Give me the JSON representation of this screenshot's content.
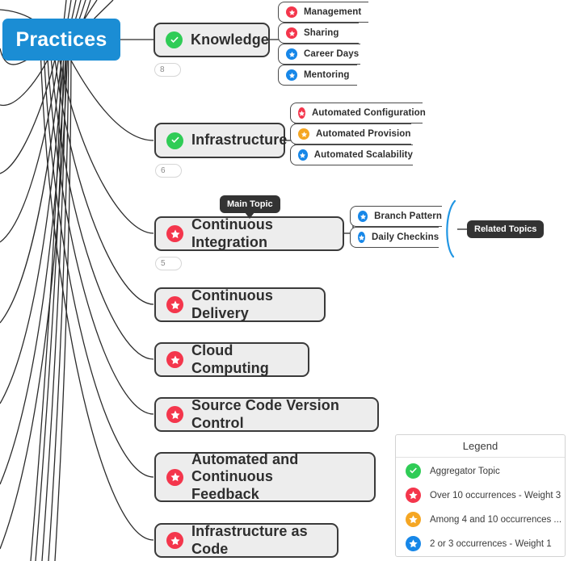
{
  "root": {
    "label": "Practices",
    "color": "#1b8dd4"
  },
  "legend": {
    "title": "Legend",
    "items": [
      {
        "icon": "green-check-circle-icon",
        "color": "#2fcc56",
        "text": "Aggregator Topic"
      },
      {
        "icon": "red-star-circle-icon",
        "color": "#f4364c",
        "text": "Over 10 occurrences - Weight 3"
      },
      {
        "icon": "orange-star-circle-icon",
        "color": "#f5a623",
        "text": "Among 4 and 10 occurrences ..."
      },
      {
        "icon": "blue-star-circle-icon",
        "color": "#1787e8",
        "text": "2 or 3 occurrences - Weight 1"
      }
    ]
  },
  "annotations": {
    "main_topic": "Main Topic",
    "related_topics": "Related Topics"
  },
  "topics": [
    {
      "label": "Knowledge",
      "icon": "green-check-circle-icon",
      "icon_color": "#2fcc56",
      "count": "8",
      "children": [
        {
          "label": "Management",
          "icon": "red-star-circle-icon",
          "icon_color": "#f4364c"
        },
        {
          "label": "Sharing",
          "icon": "red-star-circle-icon",
          "icon_color": "#f4364c"
        },
        {
          "label": "Career Days",
          "icon": "blue-star-circle-icon",
          "icon_color": "#1787e8"
        },
        {
          "label": "Mentoring",
          "icon": "blue-star-circle-icon",
          "icon_color": "#1787e8"
        }
      ]
    },
    {
      "label": "Infrastructure",
      "icon": "green-check-circle-icon",
      "icon_color": "#2fcc56",
      "count": "6",
      "children": [
        {
          "label": "Automated Configuration",
          "icon": "red-star-circle-icon",
          "icon_color": "#f4364c"
        },
        {
          "label": "Automated Provision",
          "icon": "orange-star-circle-icon",
          "icon_color": "#f5a623"
        },
        {
          "label": "Automated Scalability",
          "icon": "blue-star-circle-icon",
          "icon_color": "#1787e8"
        }
      ]
    },
    {
      "label": "Continuous Integration",
      "icon": "red-star-circle-icon",
      "icon_color": "#f4364c",
      "count": "5",
      "children": [
        {
          "label": "Branch Pattern",
          "icon": "blue-star-circle-icon",
          "icon_color": "#1787e8"
        },
        {
          "label": "Daily Checkins",
          "icon": "blue-star-circle-icon",
          "icon_color": "#1787e8"
        }
      ]
    },
    {
      "label": "Continuous Delivery",
      "icon": "red-star-circle-icon",
      "icon_color": "#f4364c",
      "count": null,
      "children": []
    },
    {
      "label": "Cloud Computing",
      "icon": "red-star-circle-icon",
      "icon_color": "#f4364c",
      "count": null,
      "children": []
    },
    {
      "label": "Source Code Version Control",
      "icon": "red-star-circle-icon",
      "icon_color": "#f4364c",
      "count": null,
      "children": []
    },
    {
      "label": "Automated and Continuous\nFeedback",
      "icon": "red-star-circle-icon",
      "icon_color": "#f4364c",
      "count": null,
      "children": []
    },
    {
      "label": "Infrastructure as Code",
      "icon": "red-star-circle-icon",
      "icon_color": "#f4364c",
      "count": null,
      "children": []
    }
  ]
}
